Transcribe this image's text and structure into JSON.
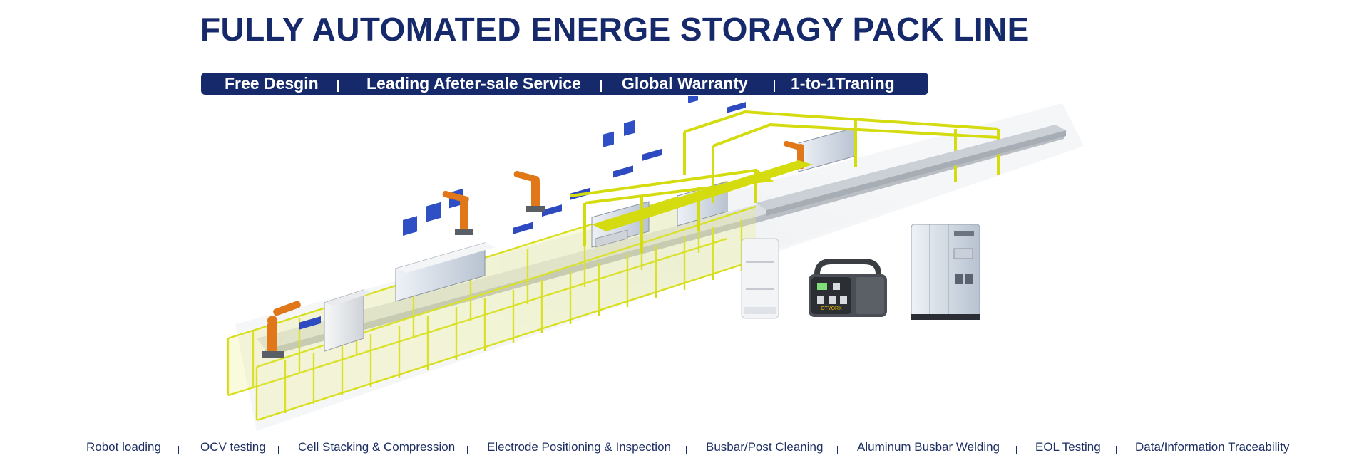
{
  "header": {
    "title": "FULLY AUTOMATED ENERGE STORAGY PACK LINE"
  },
  "services": [
    {
      "label": "Free Desgin"
    },
    {
      "label": "Leading Afeter-sale Service"
    },
    {
      "label": "Global Warranty"
    },
    {
      "label": "1-to-1Traning"
    }
  ],
  "process_steps": [
    {
      "label": "Robot loading"
    },
    {
      "label": "OCV testing"
    },
    {
      "label": "Cell Stacking & Compression"
    },
    {
      "label": "Electrode Positioning & Inspection"
    },
    {
      "label": "Busbar/Post Cleaning"
    },
    {
      "label": "Aluminum Busbar Welding"
    },
    {
      "label": "EOL Testing"
    },
    {
      "label": "Data/Information Traceability"
    }
  ],
  "products": {
    "power_station_brand": "OTYORK"
  },
  "colors": {
    "brand_navy": "#15296b",
    "fence_yellow": "#d9df16",
    "robot_orange": "#e0781a",
    "machine_blue": "#2f4fc4",
    "frame_gray": "#d7dade"
  }
}
